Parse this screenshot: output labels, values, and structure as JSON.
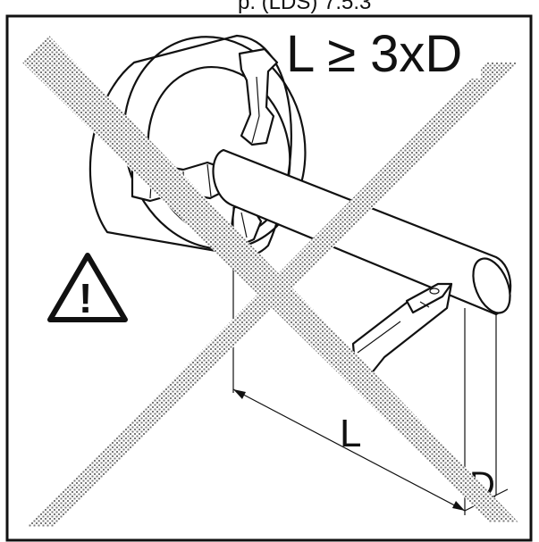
{
  "top_caption": "p. (LDS) 7.5.3",
  "rule_text": "L ≥ 3xD",
  "dimension_length_label": "L",
  "dimension_diameter_label": "D",
  "warning_symbol": "!",
  "icons": {
    "warning": "warning-triangle-icon",
    "prohibition": "cross-out-x-icon"
  },
  "colors": {
    "line": "#111111",
    "background": "#ffffff",
    "hatch": "#8a8a8a"
  }
}
